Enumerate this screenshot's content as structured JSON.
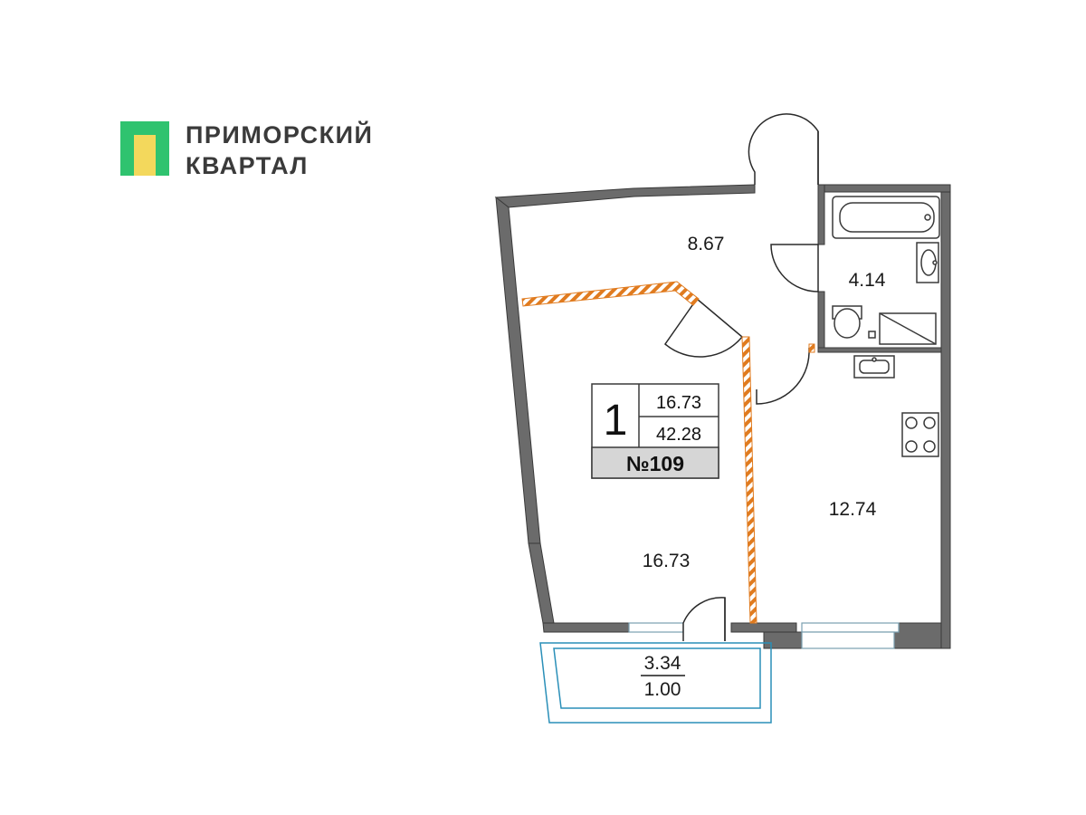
{
  "logo": {
    "line1": "ПРИМОРСКИЙ",
    "line2": "КВАРТАЛ",
    "colors": {
      "green": "#2fc36f",
      "yellow": "#f3d85c"
    }
  },
  "apartment": {
    "rooms_count": "1",
    "living_area": "16.73",
    "total_area": "42.28",
    "number": "№109"
  },
  "rooms": {
    "hall": "8.67",
    "bathroom": "4.14",
    "living_room": "16.73",
    "kitchen": "12.74",
    "balcony_area": "3.34",
    "balcony_coef": "1.00"
  },
  "colors": {
    "wall": "#6b6b6b",
    "partition": "#e07b1f",
    "balcony": "#2a8fb8",
    "card_footer": "#d6d6d6"
  }
}
